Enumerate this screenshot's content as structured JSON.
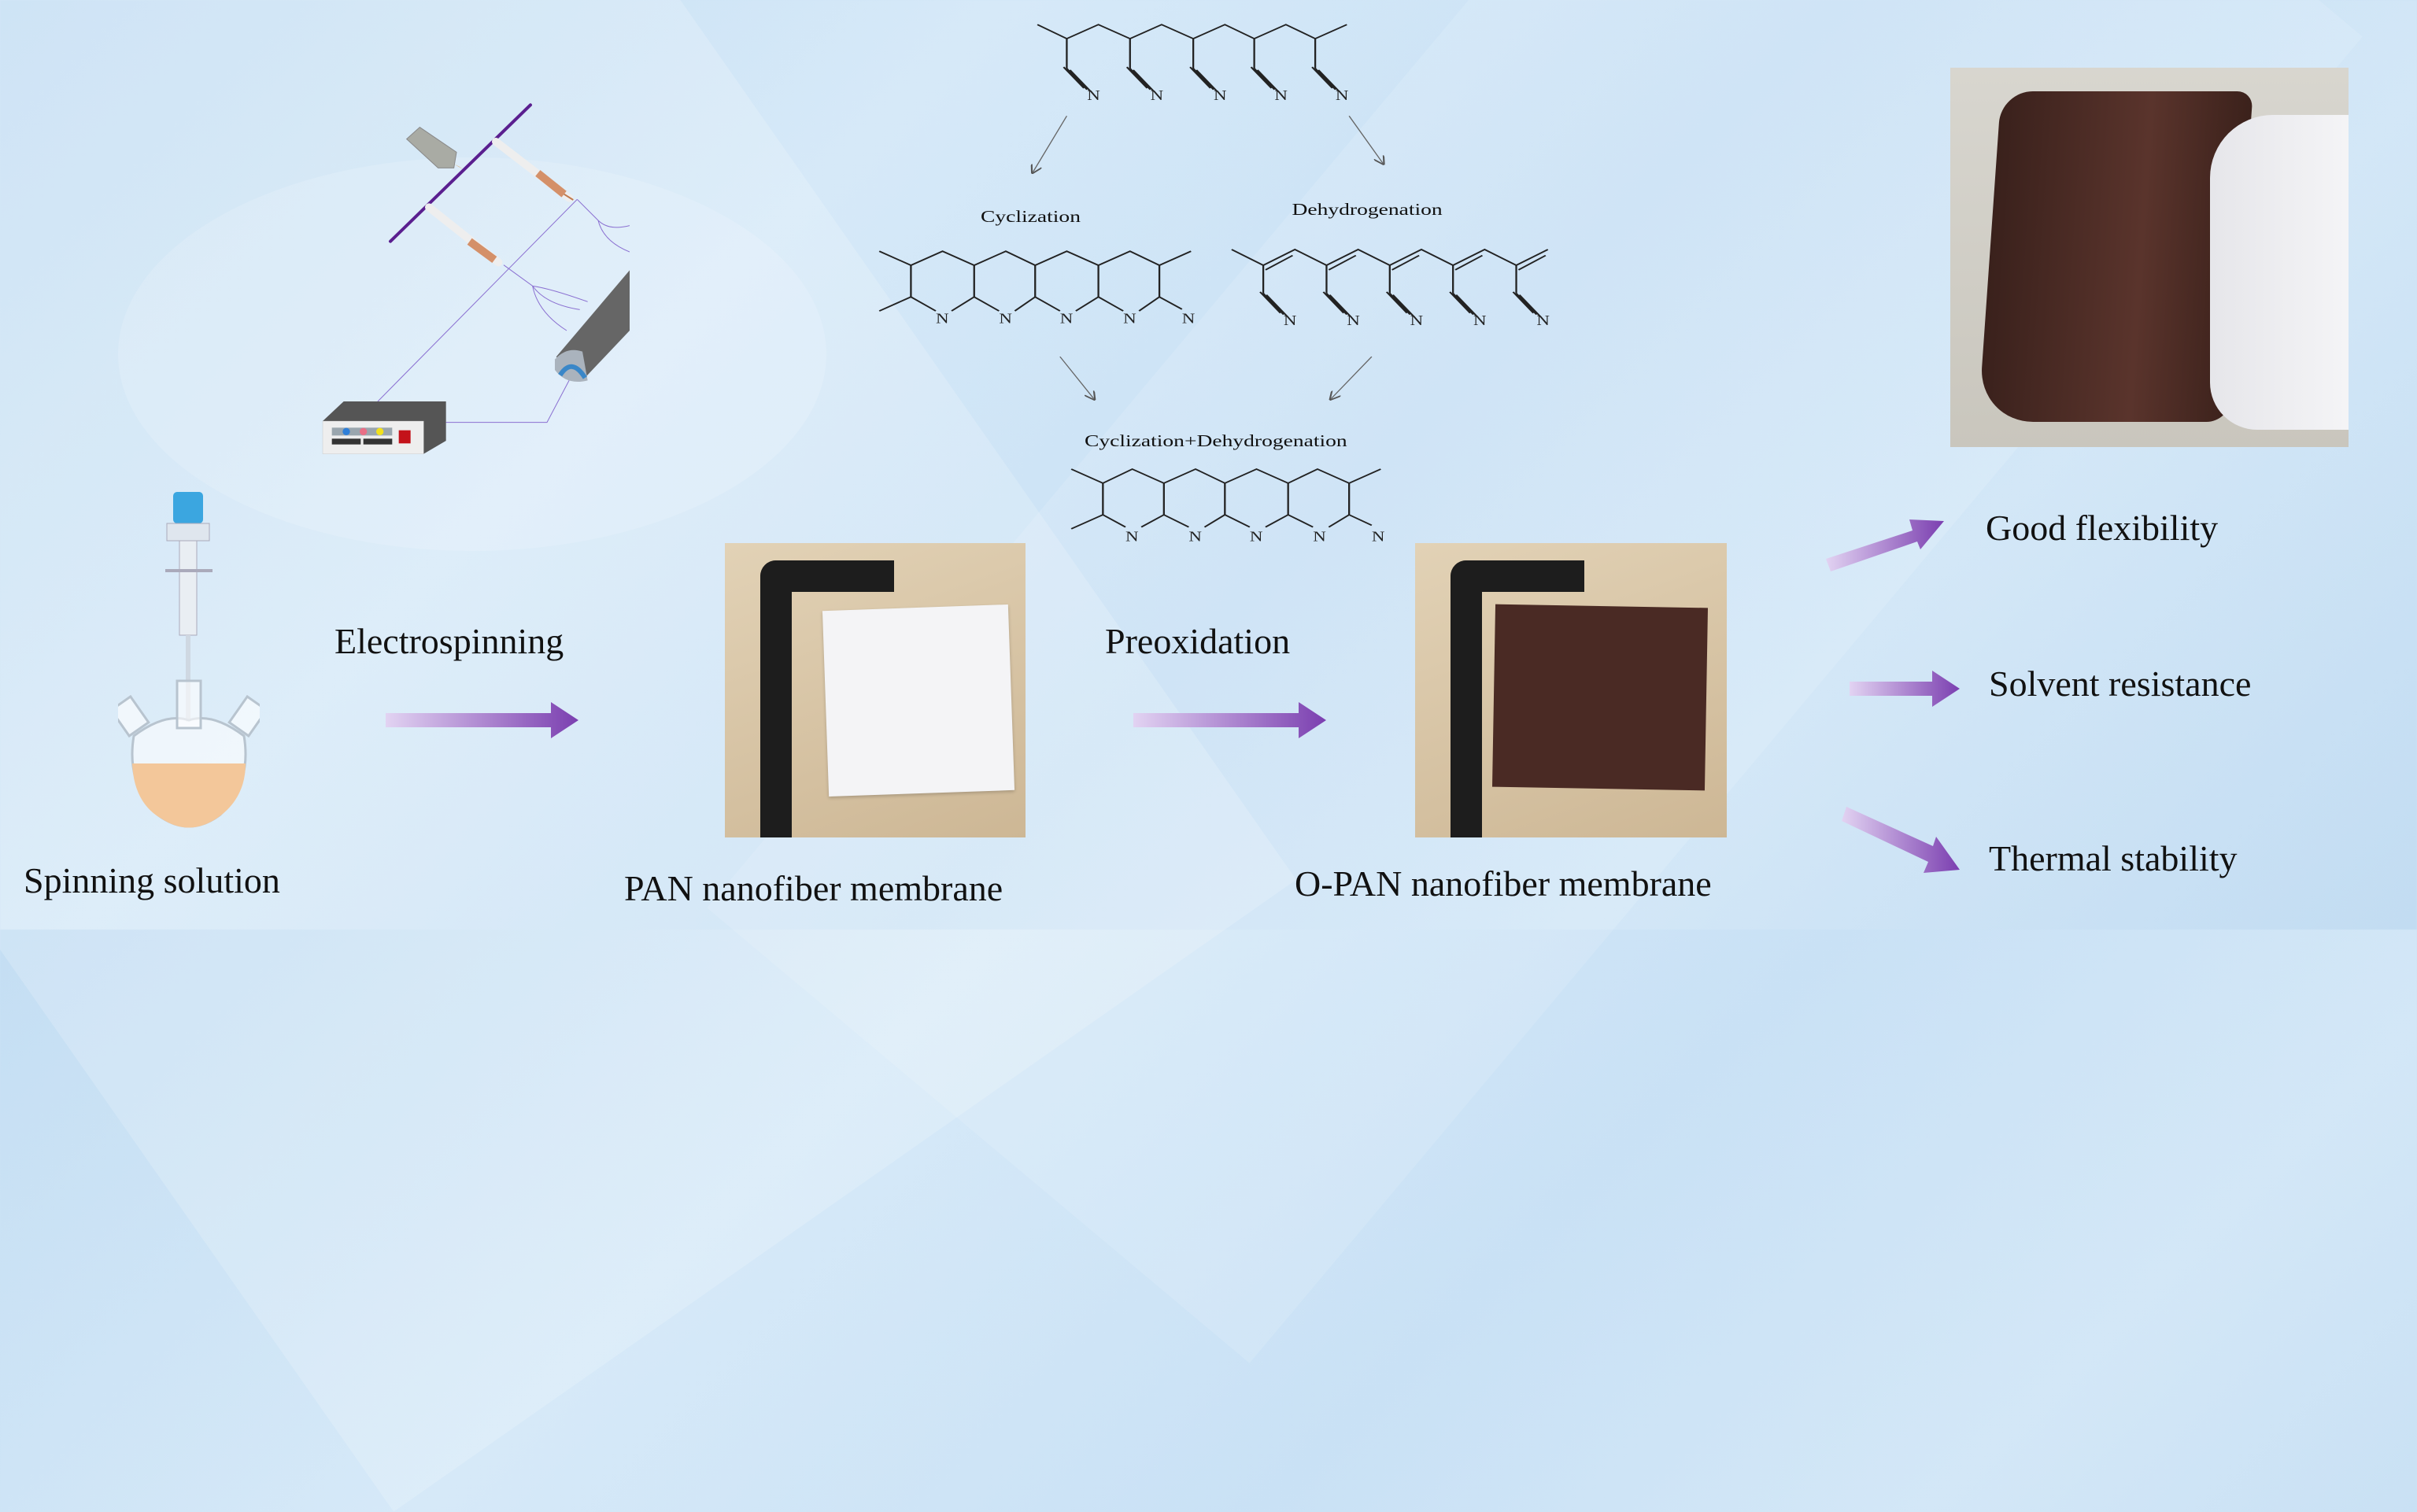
{
  "steps": {
    "spinning_solution": "Spinning solution",
    "electrospinning": "Electrospinning",
    "pan_membrane": "PAN nanofiber membrane",
    "preoxidation": "Preoxidation",
    "opan_membrane": "O-PAN nanofiber membrane"
  },
  "chemistry": {
    "cyclization": "Cyclization",
    "dehydrogenation": "Dehydrogenation",
    "combined": "Cyclization+Dehydrogenation",
    "atom_n": "N"
  },
  "properties": [
    "Good flexibility",
    "Solvent resistance",
    "Thermal stability"
  ],
  "colors": {
    "arrow_start": "#e2d3f2",
    "arrow_end": "#7b3fb0",
    "wood": "#d9c6a6",
    "opan_membrane": "#4a2a24",
    "pan_membrane": "#f4f4f6"
  }
}
